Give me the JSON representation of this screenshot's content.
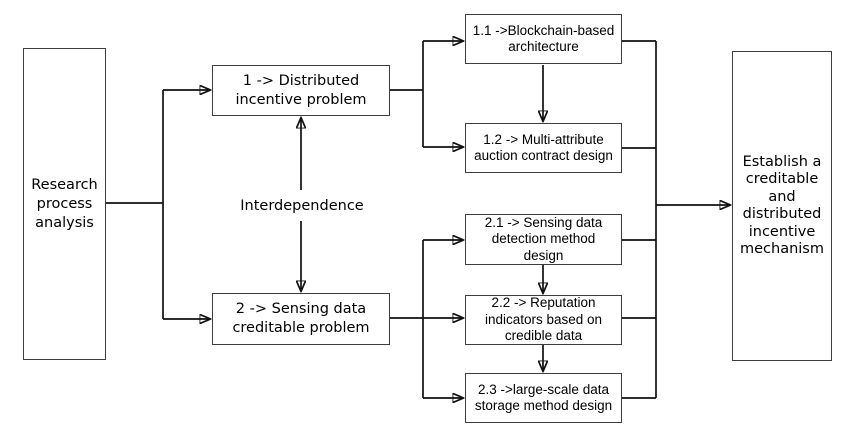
{
  "colors": {
    "background": "#ffffff",
    "box_border": "#3d3d3d",
    "connector_line": "#111111",
    "text": "#000000"
  },
  "diagram": {
    "source": {
      "label": "Research\nprocess\nanalysis"
    },
    "problem1": {
      "label": "1 -> Distributed\nincentive problem"
    },
    "problem2": {
      "label": "2 -> Sensing data\ncreditable problem"
    },
    "interdependence": {
      "label": "Interdependence"
    },
    "sub11": {
      "label": "1.1 ->Blockchain-based\narchitecture"
    },
    "sub12": {
      "label": "1.2 -> Multi-attribute\nauction contract design"
    },
    "sub21": {
      "label": "2.1 -> Sensing data\ndetection method\ndesign"
    },
    "sub22": {
      "label": "2.2 -> Reputation\nindicators based on\ncredible data"
    },
    "sub23": {
      "label": "2.3 ->large-scale data\nstorage method design"
    },
    "goal": {
      "label": "Establish a\ncreditable\nand\ndistributed\nincentive\nmechanism"
    }
  }
}
